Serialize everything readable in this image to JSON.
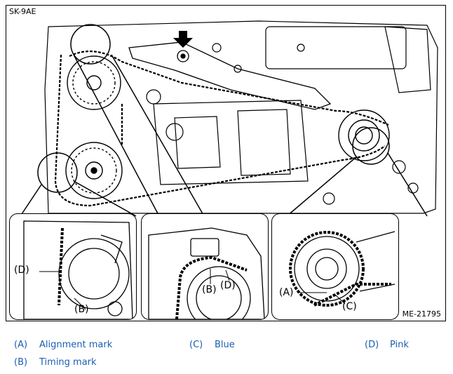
{
  "figure": {
    "code": "SK-9AE",
    "reference": "ME-21795",
    "insets": [
      {
        "labels": [
          "(D)",
          "(B)"
        ]
      },
      {
        "labels": [
          "(B)",
          "(D)"
        ]
      },
      {
        "labels": [
          "(A)",
          "(C)"
        ]
      }
    ]
  },
  "legend": {
    "items": [
      {
        "key": "(A)",
        "text": "Alignment mark"
      },
      {
        "key": "(C)",
        "text": "Blue"
      },
      {
        "key": "(D)",
        "text": "Pink"
      },
      {
        "key": "(B)",
        "text": "Timing mark"
      }
    ]
  },
  "colors": {
    "legend_text": "#1a5fb4",
    "line_art": "#000000"
  }
}
